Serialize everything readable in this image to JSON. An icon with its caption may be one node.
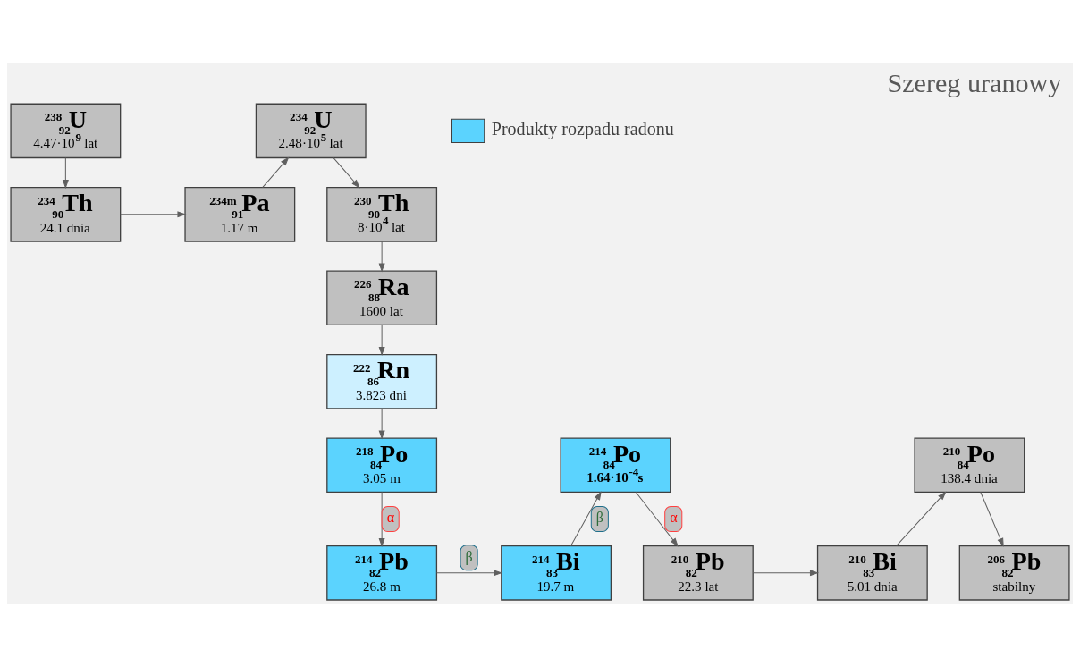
{
  "diagram": {
    "title": "Szereg uranowy",
    "nodes": [
      {
        "text": [
          "$^{238}$$_{92}$U",
          "4.47·10$^{9}$ lat"
        ]
      },
      {
        "text": [
          "$^{234}$$_{90}$Th",
          "24.1 dnia"
        ]
      },
      {
        "text": [
          "$^{234m}$$_{91}$Pa",
          "1.17 m"
        ]
      },
      {
        "text": [
          "$^{234}$$_{92}$U",
          "2.48·10$^{5}$ lat"
        ]
      },
      {
        "text": [
          "$^{230}$$_{90}$Th",
          "8·10$^{4}$ lat"
        ]
      },
      {
        "text": [
          "$^{226}$$_{88}$Ra",
          "1600 lat"
        ]
      },
      {
        "text": [
          "$^{222}$$_{86}$Rn",
          "3.823 dni"
        ]
      },
      {
        "text": [
          "$^{218}$$_{84}$Po",
          "3.05 m"
        ]
      },
      {
        "text": [
          "$^{214}$$_{82}$Pb",
          "26.8 m"
        ]
      },
      {
        "text": [
          "$^{214}$$_{83}$Bi",
          "19.7 m"
        ]
      },
      {
        "text": [
          "$^{214}$$_{84}$Po",
          "1.64·10$^{-4}$s"
        ]
      },
      {
        "text": [
          "$^{210}$$_{82}$Pb",
          "22.3 lat"
        ]
      },
      {
        "text": [
          "$^{210}$$_{83}$Bi",
          "5.01 dnia"
        ]
      },
      {
        "text": [
          "$^{210}$$_{84}$Po",
          "138.4 dnia"
        ]
      },
      {
        "text": [
          "$^{206}$$_{82}$Pb",
          "stabilny"
        ]
      }
    ],
    "edges": [
      {
        "from": 0,
        "to": 1,
        "arrow": "to"
      },
      {
        "from": 1,
        "to": 2,
        "arrow": "to"
      },
      {
        "from": 2,
        "to": 3,
        "arrow": "to"
      },
      {
        "from": 3,
        "to": 4,
        "arrow": "to"
      },
      {
        "from": 4,
        "to": 5,
        "arrow": "to"
      },
      {
        "from": 5,
        "to": 6,
        "arrow": "to"
      },
      {
        "from": 6,
        "to": 7,
        "arrow": "to"
      },
      {
        "from": 7,
        "to": 8,
        "arrow": "to",
        "label": "α"
      },
      {
        "from": 8,
        "to": 9,
        "arrow": "to",
        "label": "β"
      },
      {
        "from": 9,
        "to": 10,
        "arrow": "to",
        "label": "β"
      },
      {
        "from": 10,
        "to": 11,
        "arrow": "to",
        "label": "α"
      },
      {
        "from": 11,
        "to": 12,
        "arrow": "to"
      },
      {
        "from": 12,
        "to": 13,
        "arrow": "to"
      },
      {
        "from": 13,
        "to": 14,
        "arrow": "to"
      }
    ],
    "legend": [
      {
        "text": "Produkty rozpadu radonu",
        "color": "#5bd3fe"
      }
    ]
  }
}
